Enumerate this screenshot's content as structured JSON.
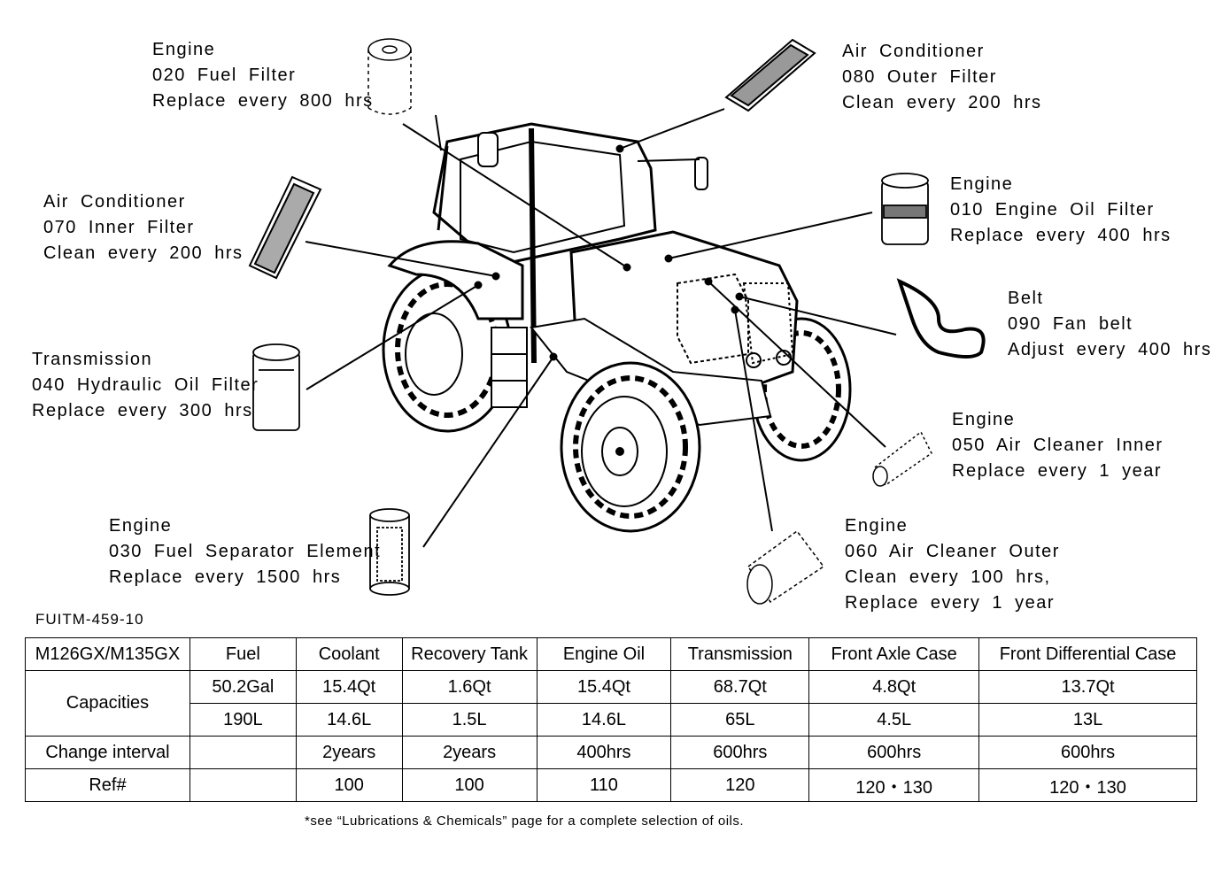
{
  "callouts": {
    "fuel_filter": {
      "system": "Engine",
      "part": "020  Fuel  Filter",
      "action": "Replace  every  800  hrs"
    },
    "outer_filter": {
      "system": "Air  Conditioner",
      "part": "080  Outer  Filter",
      "action": "Clean  every  200  hrs"
    },
    "inner_filter": {
      "system": "Air  Conditioner",
      "part": "070  Inner  Filter",
      "action": "Clean  every  200  hrs"
    },
    "oil_filter": {
      "system": "Engine",
      "part": "010  Engine  Oil  Filter",
      "action": "Replace  every  400  hrs"
    },
    "fan_belt": {
      "system": "Belt",
      "part": "090  Fan  belt",
      "action": "Adjust  every  400  hrs"
    },
    "hydraulic_filter": {
      "system": "Transmission",
      "part": "040  Hydraulic  Oil  Filter",
      "action": "Replace  every  300  hrs"
    },
    "air_cleaner_inner": {
      "system": "Engine",
      "part": "050  Air  Cleaner  Inner",
      "action": "Replace  every  1  year"
    },
    "fuel_separator": {
      "system": "Engine",
      "part": "030  Fuel  Separator  Element",
      "action": "Replace  every  1500  hrs"
    },
    "air_cleaner_outer": {
      "system": "Engine",
      "part": "060  Air  Cleaner  Outer",
      "action": "Clean  every  100  hrs,",
      "action2": "Replace  every  1  year"
    }
  },
  "doc_ref": "FUITM-459-10",
  "table": {
    "model": "M126GX/M135GX",
    "headers": [
      "Fuel",
      "Coolant",
      "Recovery  Tank",
      "Engine  Oil",
      "Transmission",
      "Front  Axle  Case",
      "Front  Differential  Case"
    ],
    "capacities_label": "Capacities",
    "capacities_us": [
      "50.2Gal",
      "15.4Qt",
      "1.6Qt",
      "15.4Qt",
      "68.7Qt",
      "4.8Qt",
      "13.7Qt"
    ],
    "capacities_metric": [
      "190L",
      "14.6L",
      "1.5L",
      "14.6L",
      "65L",
      "4.5L",
      "13L"
    ],
    "change_label": "Change  interval",
    "change_interval": [
      "",
      "2years",
      "2years",
      "400hrs",
      "600hrs",
      "600hrs",
      "600hrs"
    ],
    "ref_label": "Ref#",
    "ref": [
      "",
      "100",
      "100",
      "110",
      "120",
      "120・130",
      "120・130"
    ]
  },
  "footnote": "*see  “Lubrications & Chemicals”  page for a complete selection of oils."
}
